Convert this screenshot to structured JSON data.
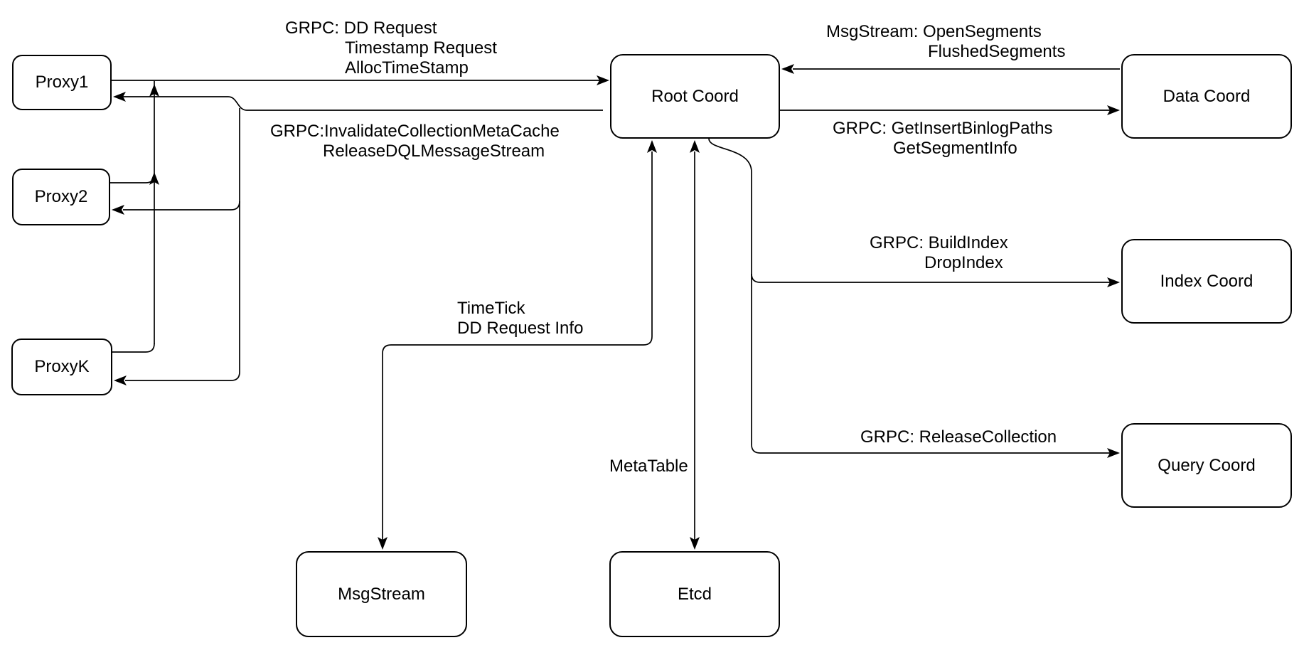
{
  "diagram": {
    "colors": {
      "background": "#ffffff",
      "stroke": "#000000",
      "text": "#000000",
      "node_fill": "#ffffff"
    },
    "nodes": {
      "proxy1": {
        "label": "Proxy1"
      },
      "proxy2": {
        "label": "Proxy2"
      },
      "proxyK": {
        "label": "ProxyK"
      },
      "root_coord": {
        "label": "Root Coord"
      },
      "data_coord": {
        "label": "Data Coord"
      },
      "index_coord": {
        "label": "Index Coord"
      },
      "query_coord": {
        "label": "Query Coord"
      },
      "msg_stream": {
        "label": "MsgStream"
      },
      "etcd": {
        "label": "Etcd"
      }
    },
    "edges": {
      "proxies_to_rootcoord": {
        "label_lines": [
          "GRPC: DD Request",
          "Timestamp Request",
          "AllocTimeStamp"
        ]
      },
      "rootcoord_to_proxies": {
        "label_lines": [
          "GRPC:InvalidateCollectionMetaCache",
          "ReleaseDQLMessageStream"
        ]
      },
      "datacoord_to_rootcoord": {
        "label_lines": [
          "MsgStream: OpenSegments",
          "FlushedSegments"
        ]
      },
      "rootcoord_to_datacoord": {
        "label_lines": [
          "GRPC: GetInsertBinlogPaths",
          "GetSegmentInfo"
        ]
      },
      "rootcoord_to_indexcoord": {
        "label_lines": [
          "GRPC: BuildIndex",
          "DropIndex"
        ]
      },
      "rootcoord_to_querycoord": {
        "label_lines": [
          "GRPC: ReleaseCollection"
        ]
      },
      "msgstream_rootcoord": {
        "label_lines": [
          "TimeTick",
          "DD Request Info"
        ]
      },
      "etcd_rootcoord": {
        "label_lines": [
          "MetaTable"
        ]
      }
    }
  }
}
